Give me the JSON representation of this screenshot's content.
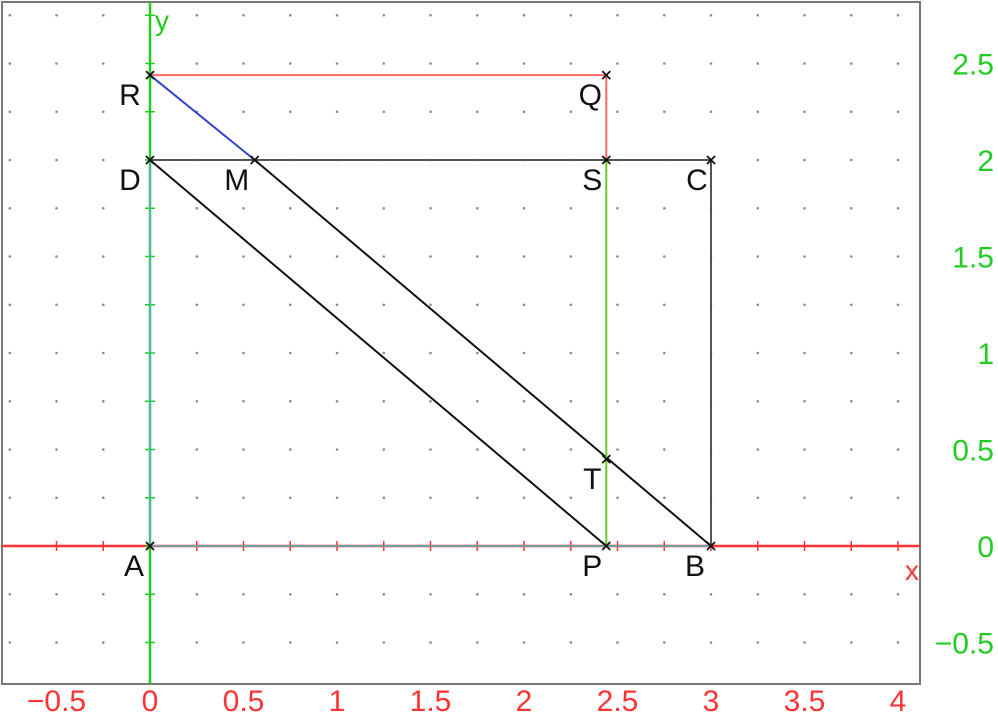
{
  "axes": {
    "x_label": "x",
    "y_label": "y",
    "x_ticks": [
      "−0.5",
      "0",
      "0.5",
      "1",
      "1.5",
      "2",
      "2.5",
      "3",
      "3.5",
      "4"
    ],
    "y_ticks": [
      "−0.5",
      "0",
      "0.5",
      "1",
      "1.5",
      "2",
      "2.5"
    ],
    "x_range": [
      -0.75,
      4.1
    ],
    "y_range": [
      -0.72,
      2.85
    ],
    "grid": "dotted",
    "colors": {
      "x_axis": "#ff3333",
      "y_axis": "#22cc22",
      "x_ticks": "#ff3333",
      "y_ticks": "#22cc22"
    }
  },
  "points": [
    {
      "name": "A",
      "x": 0,
      "y": 0
    },
    {
      "name": "B",
      "x": 3,
      "y": 0
    },
    {
      "name": "C",
      "x": 3,
      "y": 2
    },
    {
      "name": "D",
      "x": 0,
      "y": 2
    },
    {
      "name": "M",
      "x": 0.56,
      "y": 2
    },
    {
      "name": "P",
      "x": 2.44,
      "y": 0
    },
    {
      "name": "Q",
      "x": 2.44,
      "y": 2.44
    },
    {
      "name": "R",
      "x": 0,
      "y": 2.44
    },
    {
      "name": "S",
      "x": 2.44,
      "y": 2
    },
    {
      "name": "T",
      "x": 2.44,
      "y": 0.45
    }
  ],
  "segments": [
    {
      "from": "A",
      "to": "B",
      "color": "#7a9aa0"
    },
    {
      "from": "B",
      "to": "C",
      "color": "#555555"
    },
    {
      "from": "D",
      "to": "C",
      "color": "#555555"
    },
    {
      "from": "A",
      "to": "D",
      "color": "#4db8a8"
    },
    {
      "from": "D",
      "to": "P",
      "color": "#111111"
    },
    {
      "from": "M",
      "to": "B",
      "color": "#111111"
    },
    {
      "from": "R",
      "to": "Q",
      "color": "#ff6666"
    },
    {
      "from": "Q",
      "to": "S",
      "color": "#ff6666"
    },
    {
      "from": "S",
      "to": "P",
      "color": "#66cc22"
    },
    {
      "from": "R",
      "to": "M",
      "color": "#3344cc"
    }
  ]
}
